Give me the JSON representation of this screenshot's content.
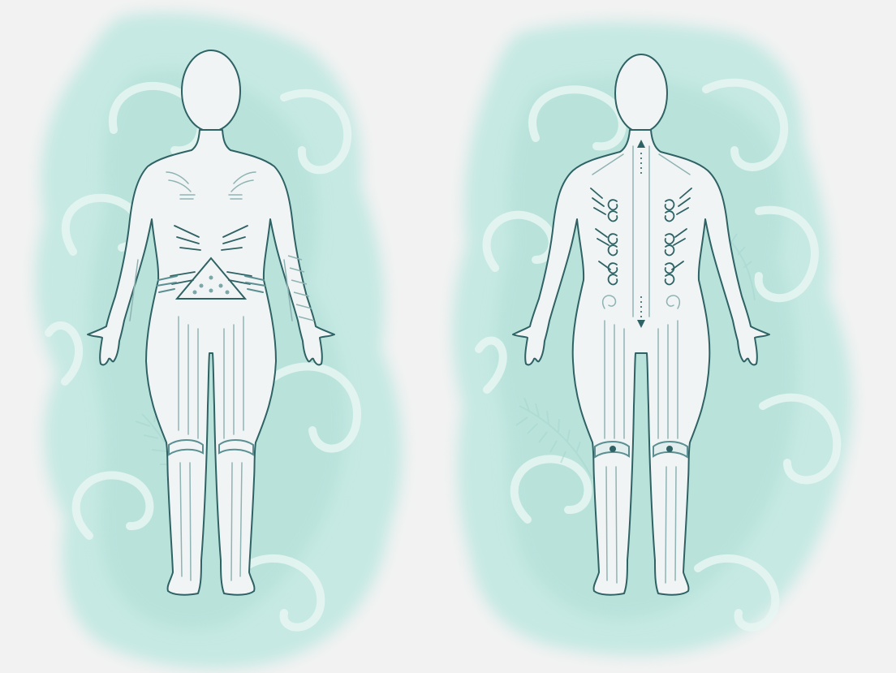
{
  "figures": [
    {
      "view": "front",
      "marks": [
        "chest-lines",
        "rib-chevrons",
        "abdomen-triangle",
        "hip-lines",
        "forearm-lines",
        "knee-bands"
      ]
    },
    {
      "view": "back",
      "marks": [
        "spine-line",
        "spine-arrow-up",
        "spine-arrow-down",
        "rib-koru-left",
        "rib-koru-right",
        "lower-back-spirals",
        "knee-dots"
      ]
    }
  ],
  "colors": {
    "background": "#f2f2f2",
    "wash": "#bfe6df",
    "wash_dark": "#9fd6cc",
    "pattern": "#e9f6f3",
    "body_fill": "#f1f4f4",
    "outline": "#2f6264",
    "detail": "#8fb3b3",
    "accent": "#5b8f92"
  },
  "icons": [
    "koru-pattern",
    "fern-pattern",
    "arrow-up",
    "arrow-down"
  ]
}
